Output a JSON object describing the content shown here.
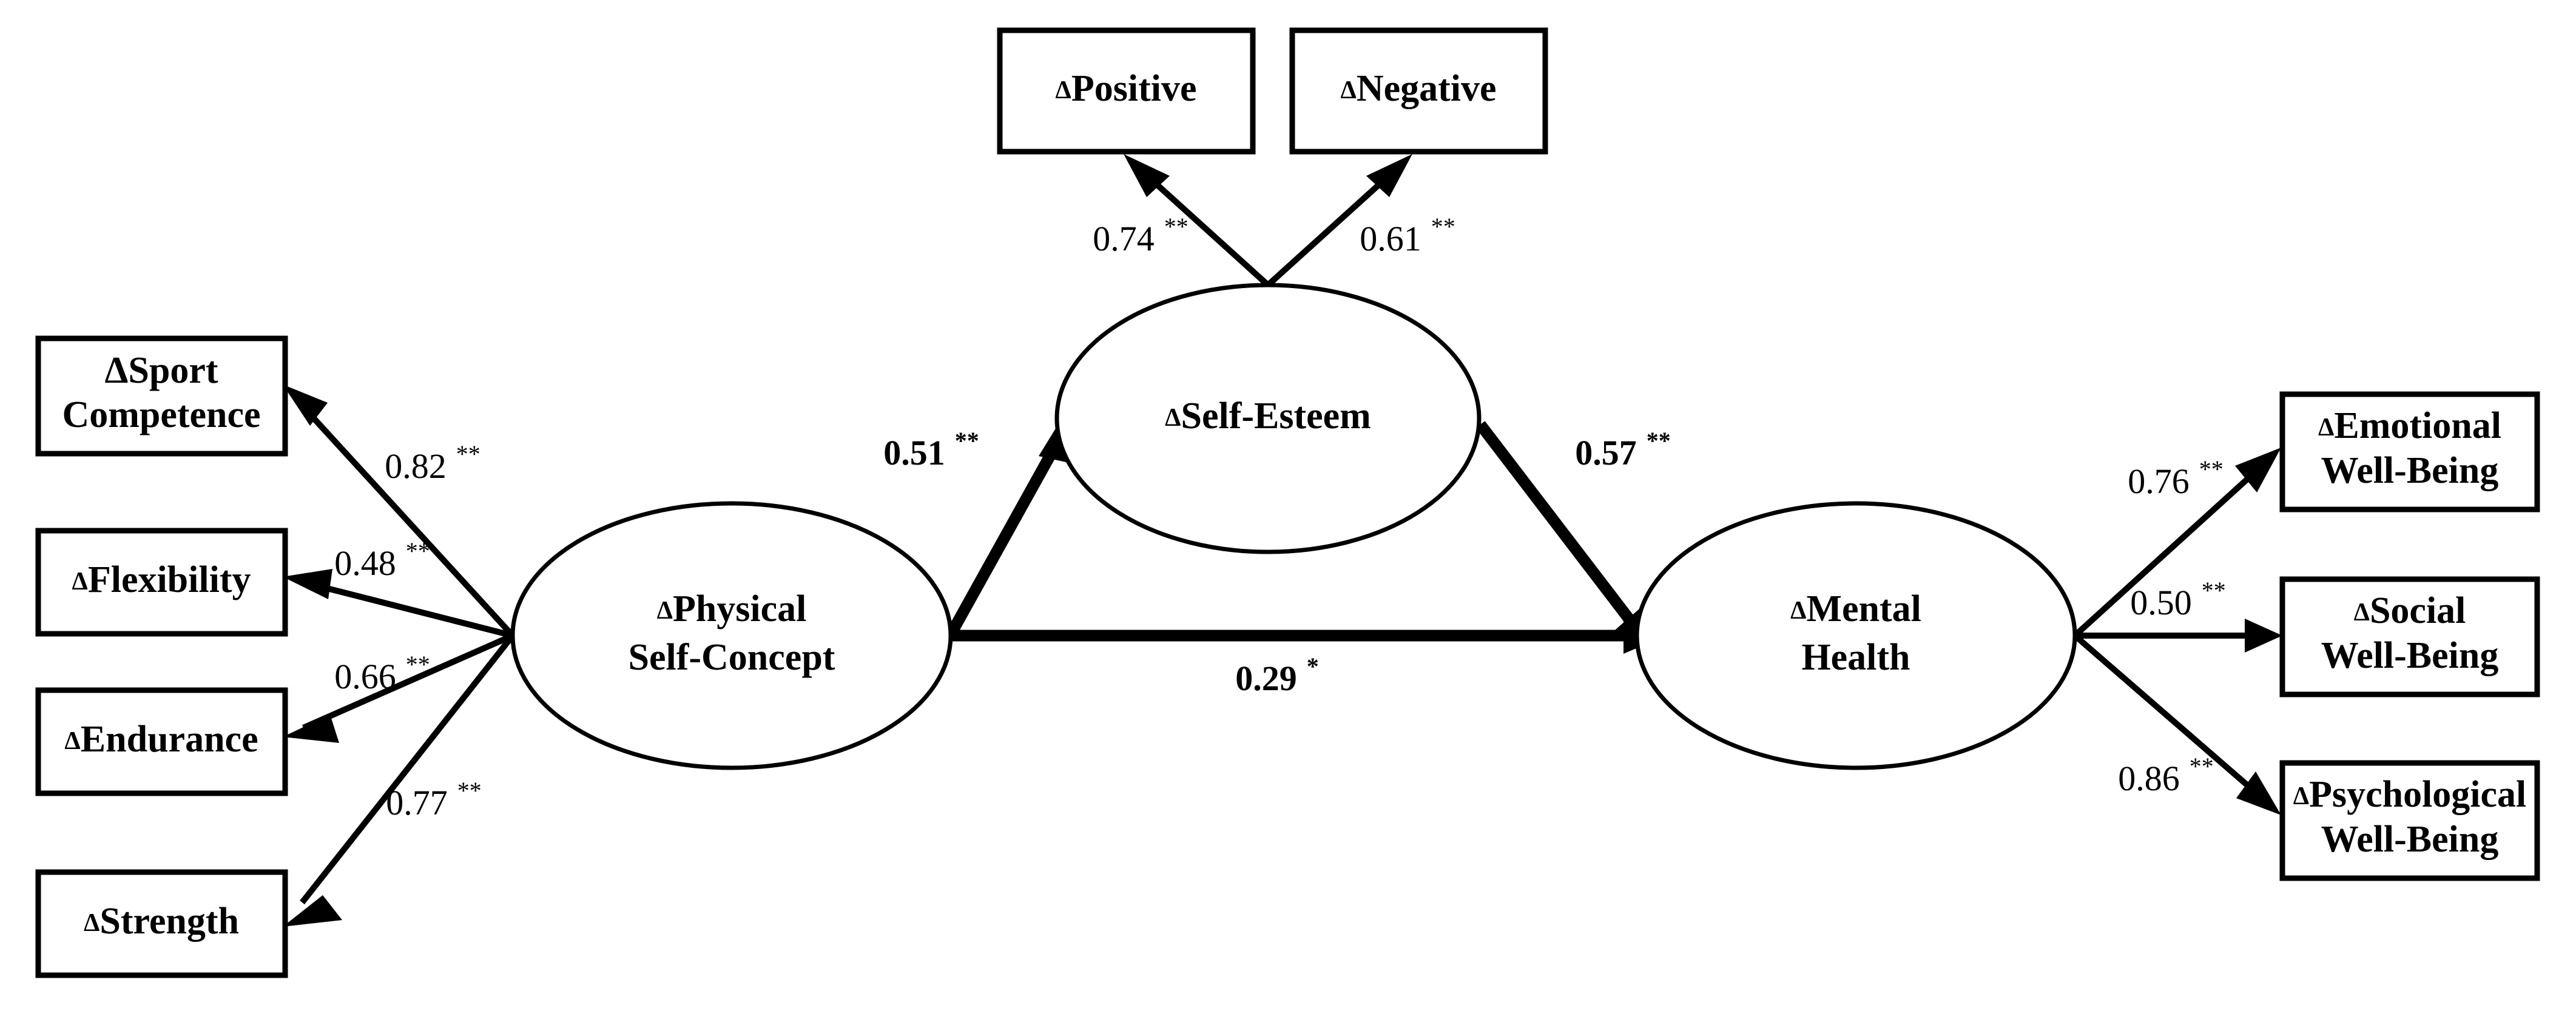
{
  "figure": {
    "type": "structural-equation-model-path-diagram",
    "background_color": "#ffffff",
    "line_color": "#000000"
  },
  "latent_nodes": [
    {
      "id": "physical-self-concept",
      "delta": "Δ",
      "line1": "Physical",
      "line2": "Self-Concept",
      "full_label": "ΔPhysical Self-Concept",
      "shape": "ellipse"
    },
    {
      "id": "self-esteem",
      "delta": "Δ",
      "line1": "Self-Esteem",
      "line2": "",
      "full_label": "ΔSelf-Esteem",
      "shape": "ellipse"
    },
    {
      "id": "mental-health",
      "delta": "Δ",
      "line1": "Mental",
      "line2": "Health",
      "full_label": "ΔMental Health",
      "shape": "ellipse"
    }
  ],
  "indicator_nodes": {
    "left": [
      {
        "id": "sport-competence",
        "delta": "Δ",
        "line1": "Sport",
        "line2": "Competence",
        "full_label": "ΔSport Competence",
        "shape": "rect"
      },
      {
        "id": "flexibility",
        "delta": "Δ",
        "line1": "Flexibility",
        "line2": "",
        "full_label": "ΔFlexibility",
        "shape": "rect"
      },
      {
        "id": "endurance",
        "delta": "Δ",
        "line1": "Endurance",
        "line2": "",
        "full_label": "ΔEndurance",
        "shape": "rect"
      },
      {
        "id": "strength",
        "delta": "Δ",
        "line1": "Strength",
        "line2": "",
        "full_label": "ΔStrength",
        "shape": "rect"
      }
    ],
    "top": [
      {
        "id": "positive",
        "delta": "Δ",
        "line1": "Positive",
        "line2": "",
        "full_label": "ΔPositive",
        "shape": "rect"
      },
      {
        "id": "negative",
        "delta": "Δ",
        "line1": "Negative",
        "line2": "",
        "full_label": "ΔNegative",
        "shape": "rect"
      }
    ],
    "right": [
      {
        "id": "emotional-well-being",
        "delta": "Δ",
        "line1": "Emotional",
        "line2": "Well-Being",
        "full_label": "ΔEmotional Well-Being",
        "shape": "rect"
      },
      {
        "id": "social-well-being",
        "delta": "Δ",
        "line1": "Social",
        "line2": "Well-Being",
        "full_label": "ΔSocial Well-Being",
        "shape": "rect"
      },
      {
        "id": "psychological-well-being",
        "delta": "Δ",
        "line1": "Psychological",
        "line2": "Well-Being",
        "full_label": "ΔPsychological Well-Being",
        "shape": "rect"
      }
    ]
  },
  "paths": [
    {
      "id": "psc-to-sport-competence",
      "from": "physical-self-concept",
      "to": "sport-competence",
      "value": "0.82",
      "stars": "**",
      "weight": "thin"
    },
    {
      "id": "psc-to-flexibility",
      "from": "physical-self-concept",
      "to": "flexibility",
      "value": "0.48",
      "stars": "**",
      "weight": "thin"
    },
    {
      "id": "psc-to-endurance",
      "from": "physical-self-concept",
      "to": "endurance",
      "value": "0.66",
      "stars": "**",
      "weight": "thin"
    },
    {
      "id": "psc-to-strength",
      "from": "physical-self-concept",
      "to": "strength",
      "value": "0.77",
      "stars": "**",
      "weight": "thin"
    },
    {
      "id": "se-to-positive",
      "from": "self-esteem",
      "to": "positive",
      "value": "0.74",
      "stars": "**",
      "weight": "thin"
    },
    {
      "id": "se-to-negative",
      "from": "self-esteem",
      "to": "negative",
      "value": "0.61",
      "stars": "**",
      "weight": "thin"
    },
    {
      "id": "psc-to-self-esteem",
      "from": "physical-self-concept",
      "to": "self-esteem",
      "value": "0.51",
      "stars": "**",
      "weight": "thick"
    },
    {
      "id": "self-esteem-to-mental-health",
      "from": "self-esteem",
      "to": "mental-health",
      "value": "0.57",
      "stars": "**",
      "weight": "thick"
    },
    {
      "id": "psc-to-mental-health",
      "from": "physical-self-concept",
      "to": "mental-health",
      "value": "0.29",
      "stars": "*",
      "weight": "thick"
    },
    {
      "id": "mh-to-emotional-well-being",
      "from": "mental-health",
      "to": "emotional-well-being",
      "value": "0.76",
      "stars": "**",
      "weight": "thin"
    },
    {
      "id": "mh-to-social-well-being",
      "from": "mental-health",
      "to": "social-well-being",
      "value": "0.50",
      "stars": "**",
      "weight": "thin"
    },
    {
      "id": "mh-to-psychological-well-being",
      "from": "mental-health",
      "to": "psychological-well-being",
      "value": "0.86",
      "stars": "**",
      "weight": "thin"
    }
  ],
  "chart_data": {
    "type": "diagram",
    "title": "",
    "nodes": [
      "ΔSport Competence",
      "ΔFlexibility",
      "ΔEndurance",
      "ΔStrength",
      "ΔPositive",
      "ΔNegative",
      "ΔPhysical Self-Concept",
      "ΔSelf-Esteem",
      "ΔMental Health",
      "ΔEmotional Well-Being",
      "ΔSocial Well-Being",
      "ΔPsychological Well-Being"
    ],
    "edges": [
      {
        "source": "ΔPhysical Self-Concept",
        "target": "ΔSport Competence",
        "coefficient": 0.82,
        "significance": "**"
      },
      {
        "source": "ΔPhysical Self-Concept",
        "target": "ΔFlexibility",
        "coefficient": 0.48,
        "significance": "**"
      },
      {
        "source": "ΔPhysical Self-Concept",
        "target": "ΔEndurance",
        "coefficient": 0.66,
        "significance": "**"
      },
      {
        "source": "ΔPhysical Self-Concept",
        "target": "ΔStrength",
        "coefficient": 0.77,
        "significance": "**"
      },
      {
        "source": "ΔSelf-Esteem",
        "target": "ΔPositive",
        "coefficient": 0.74,
        "significance": "**"
      },
      {
        "source": "ΔSelf-Esteem",
        "target": "ΔNegative",
        "coefficient": 0.61,
        "significance": "**"
      },
      {
        "source": "ΔPhysical Self-Concept",
        "target": "ΔSelf-Esteem",
        "coefficient": 0.51,
        "significance": "**"
      },
      {
        "source": "ΔSelf-Esteem",
        "target": "ΔMental Health",
        "coefficient": 0.57,
        "significance": "**"
      },
      {
        "source": "ΔPhysical Self-Concept",
        "target": "ΔMental Health",
        "coefficient": 0.29,
        "significance": "*"
      },
      {
        "source": "ΔMental Health",
        "target": "ΔEmotional Well-Being",
        "coefficient": 0.76,
        "significance": "**"
      },
      {
        "source": "ΔMental Health",
        "target": "ΔSocial Well-Being",
        "coefficient": 0.5,
        "significance": "**"
      },
      {
        "source": "ΔMental Health",
        "target": "ΔPsychological Well-Being",
        "coefficient": 0.86,
        "significance": "**"
      }
    ]
  }
}
